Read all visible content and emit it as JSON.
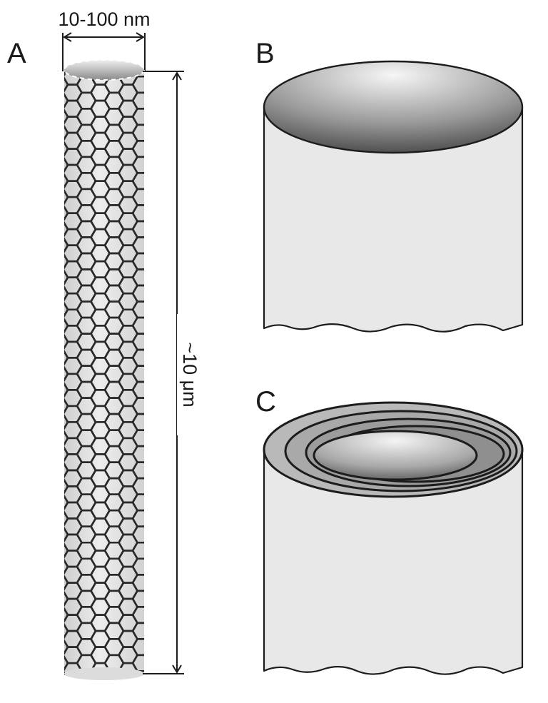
{
  "panels": {
    "a": {
      "label": "A",
      "width_label": "10-100 nm",
      "length_label": "~10 μm"
    },
    "b": {
      "label": "B"
    },
    "c": {
      "label": "C"
    }
  },
  "colors": {
    "stroke": "#1c1c1c",
    "tube_fill": "#e6e6e6",
    "interior_dark": "#3a3a3a",
    "interior_light": "#f4f4f4"
  }
}
